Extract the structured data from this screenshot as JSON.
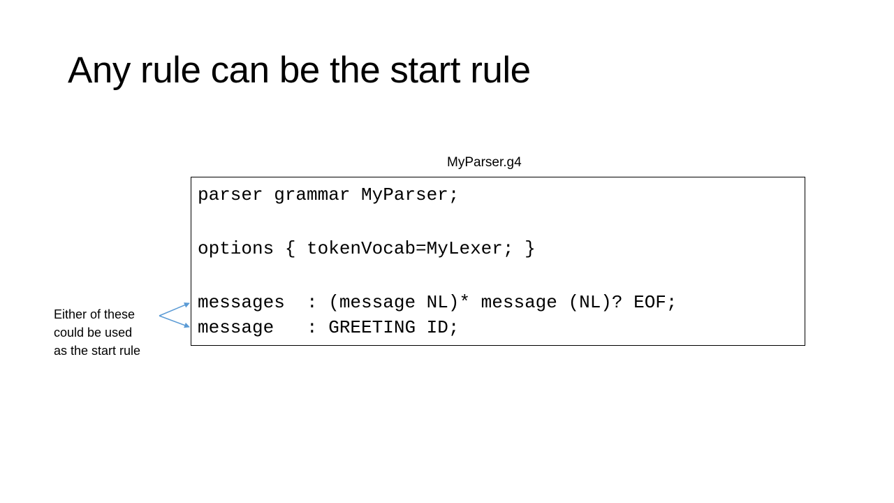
{
  "slide": {
    "title": "Any rule can be the start rule",
    "file_label": "MyParser.g4"
  },
  "code": {
    "lines": [
      "parser grammar MyParser;",
      "options { tokenVocab=MyLexer; }",
      "messages  : (message NL)* message (NL)? EOF;",
      "message   : GREETING ID;"
    ]
  },
  "annotation": {
    "lines": [
      "Either of these",
      "could be used",
      "as the start rule"
    ],
    "arrow_color": "#5B9BD5"
  }
}
